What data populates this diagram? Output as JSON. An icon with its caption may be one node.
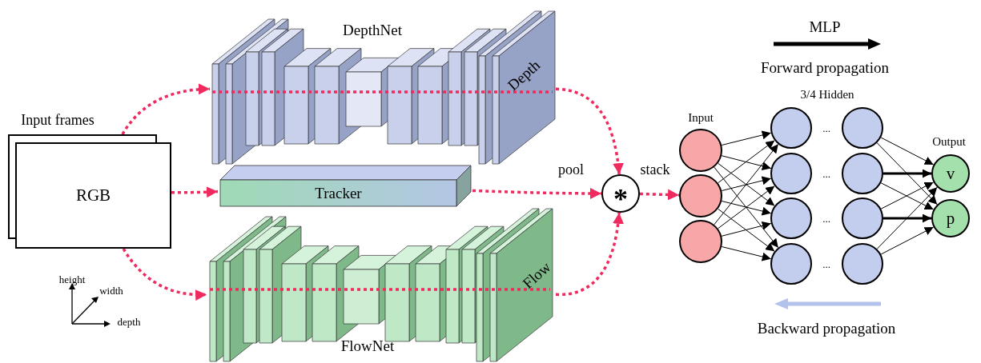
{
  "diagram": {
    "nodes": [
      {
        "text": [
          "RGB"
        ]
      },
      {
        "text": [
          "DepthNet",
          "Depth"
        ]
      },
      {
        "text": [
          "Tracker"
        ]
      },
      {
        "text": [
          "Flow",
          "FlowNet"
        ]
      },
      {
        "text": [
          "*"
        ]
      },
      {
        "text": [],
        "shape": "circle"
      },
      {
        "text": [],
        "shape": "circle"
      },
      {
        "text": [],
        "shape": "circle"
      },
      {
        "text": [],
        "shape": "circle"
      },
      {
        "text": [],
        "shape": "circle"
      },
      {
        "text": [],
        "shape": "circle"
      },
      {
        "text": [],
        "shape": "circle"
      },
      {
        "text": [],
        "shape": "circle"
      },
      {
        "text": [],
        "shape": "circle"
      },
      {
        "text": [],
        "shape": "circle"
      },
      {
        "text": [],
        "shape": "circle"
      },
      {
        "text": [
          "v"
        ]
      },
      {
        "text": [
          "p"
        ]
      }
    ],
    "edges": [
      {
        "from": 0,
        "to": 1,
        "arrow": "to",
        "style": "dashed",
        "color": "#ef2a5e"
      },
      {
        "from": 0,
        "to": 2,
        "arrow": "to",
        "style": "dashed",
        "color": "#ef2a5e"
      },
      {
        "from": 0,
        "to": 3,
        "arrow": "to",
        "style": "dashed",
        "color": "#ef2a5e"
      },
      {
        "from": 1,
        "to": 4,
        "arrow": "to",
        "style": "dashed",
        "color": "#ef2a5e"
      },
      {
        "from": 2,
        "to": 4,
        "arrow": "to",
        "label": "pool",
        "style": "dashed",
        "color": "#ef2a5e"
      },
      {
        "from": 3,
        "to": 4,
        "arrow": "to",
        "style": "dashed",
        "color": "#ef2a5e"
      },
      {
        "from": 4,
        "to": 6,
        "arrow": "to",
        "label": "stack",
        "style": "dashed",
        "color": "#ef2a5e"
      },
      {
        "from": 5,
        "to": 8,
        "arrow": "to"
      },
      {
        "from": 5,
        "to": 9,
        "arrow": "to"
      },
      {
        "from": 5,
        "to": 10,
        "arrow": "to"
      },
      {
        "from": 5,
        "to": 11,
        "arrow": "to"
      },
      {
        "from": 6,
        "to": 8,
        "arrow": "to"
      },
      {
        "from": 6,
        "to": 9,
        "arrow": "to"
      },
      {
        "from": 6,
        "to": 10,
        "arrow": "to"
      },
      {
        "from": 6,
        "to": 11,
        "arrow": "to"
      },
      {
        "from": 7,
        "to": 8,
        "arrow": "to"
      },
      {
        "from": 7,
        "to": 9,
        "arrow": "to"
      },
      {
        "from": 7,
        "to": 10,
        "arrow": "to"
      },
      {
        "from": 7,
        "to": 11,
        "arrow": "to"
      },
      {
        "from": 12,
        "to": 16,
        "arrow": "to"
      },
      {
        "from": 12,
        "to": 17,
        "arrow": "to"
      },
      {
        "from": 13,
        "to": 16,
        "arrow": "to",
        "style": "thick"
      },
      {
        "from": 13,
        "to": 17,
        "arrow": "to"
      },
      {
        "from": 14,
        "to": 16,
        "arrow": "to"
      },
      {
        "from": 14,
        "to": 17,
        "arrow": "to",
        "style": "thick"
      },
      {
        "from": 15,
        "to": 16,
        "arrow": "to"
      },
      {
        "from": 15,
        "to": 17,
        "arrow": "to"
      }
    ],
    "labels": [
      "MLP",
      "Forward propagation",
      "3/4 Hidden",
      "Input frames",
      "Input",
      "...",
      "Output",
      "...",
      "...",
      "...",
      "height",
      "width",
      "depth",
      "Backward propagation"
    ]
  }
}
